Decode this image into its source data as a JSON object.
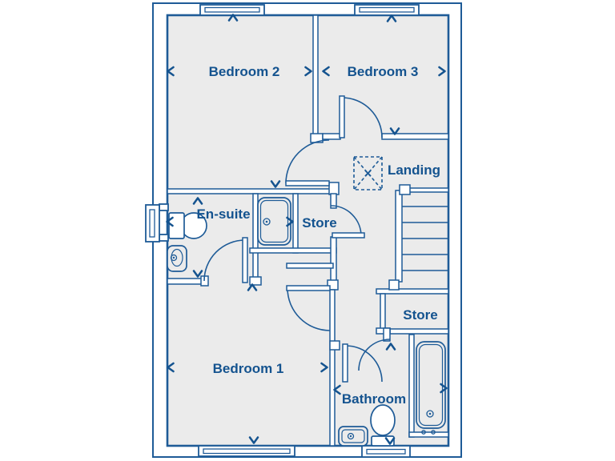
{
  "colors": {
    "wall_line": "#1e5b97",
    "room_fill": "#ebebeb",
    "label_text": "#14538f",
    "background": "#ffffff"
  },
  "floorplan": {
    "rooms": [
      {
        "label": "Bedroom 2"
      },
      {
        "label": "Bedroom 3"
      },
      {
        "label": "Landing"
      },
      {
        "label": "En-suite"
      },
      {
        "label": "Store"
      },
      {
        "label": "Bedroom 1"
      },
      {
        "label": "Bathroom"
      },
      {
        "label": "Store"
      }
    ],
    "fixtures": [
      "stairs",
      "loft-hatch",
      "toilet",
      "basin",
      "shower",
      "bath",
      "sink"
    ]
  }
}
